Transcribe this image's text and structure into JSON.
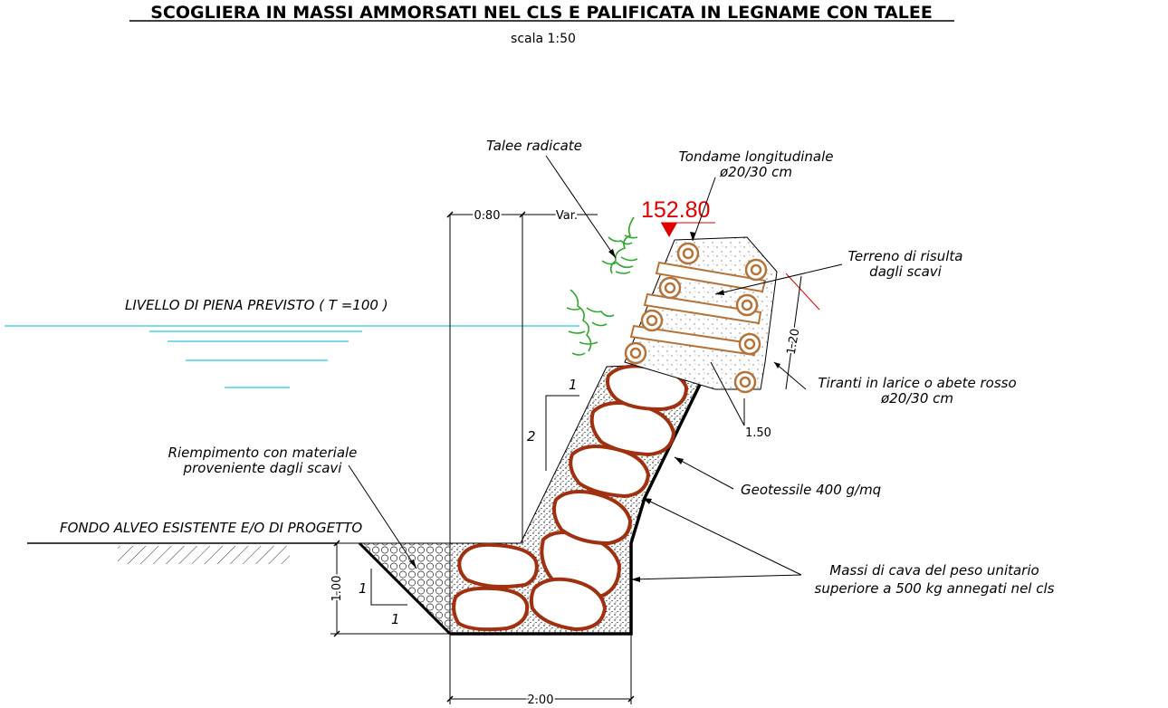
{
  "title": "SCOGLIERA IN MASSI AMMORSATI NEL CLS E PALIFICATA IN LEGNAME CON TALEE",
  "scale": "scala   1:50",
  "labels": {
    "talee": "Talee radicate",
    "tondame_1": "Tondame longitudinale",
    "tondame_2": "ø20/30  cm",
    "elevation": "152.80",
    "terreno_1": "Terreno di risulta",
    "terreno_2": "dagli scavi",
    "livello": "LIVELLO DI PIENA PREVISTO ( T =100 )",
    "tiranti_1": "Tiranti in larice o abete rosso",
    "tiranti_2": "ø20/30  cm",
    "riempimento_1": "Riempimento con materiale",
    "riempimento_2": "proveniente dagli scavi",
    "geotessile": "Geotessile 400 g/mq",
    "fondo": "FONDO ALVEO ESISTENTE E/O DI PROGETTO",
    "massi_1": "Massi di cava del peso unitario",
    "massi_2": "superiore a 500 kg annegati nel cls"
  },
  "dimensions": {
    "d080": "0.80",
    "var": "Var.",
    "d120": "1.20",
    "d150": "1.50",
    "d100": "1.00",
    "d200": "2.00",
    "slope_upper_h": "1",
    "slope_upper_v": "2",
    "slope_lower_v": "1",
    "slope_lower_h": "1"
  },
  "colors": {
    "boulder": "#a0300f",
    "wood": "#b5733a",
    "water": "#29c6e0",
    "plant": "#2ea82e",
    "elevation": "#e00000"
  }
}
